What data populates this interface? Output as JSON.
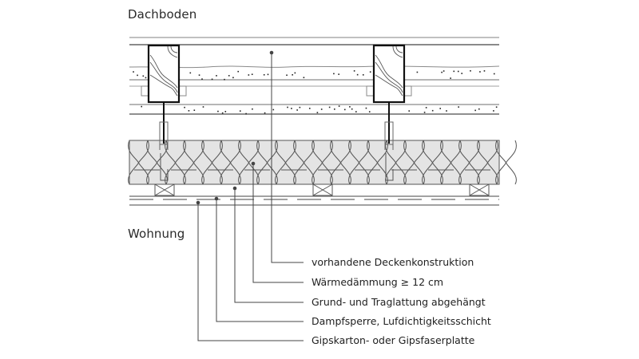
{
  "diagram": {
    "title": "Deckendämmung von unten – Schnitt",
    "zones": {
      "top": "Dachboden",
      "bottom": "Wohnung"
    },
    "legend": [
      {
        "id": "existing-ceiling",
        "text": "vorhandene Deckenkonstruktion"
      },
      {
        "id": "thermal-insulation",
        "text": "Wärmedämmung ≥ 12 cm"
      },
      {
        "id": "battens",
        "text": "Grund- und Traglattung abgehängt"
      },
      {
        "id": "vapour-barrier",
        "text": "Dampfsperre, Lufdichtigkeitsschicht"
      },
      {
        "id": "plasterboard",
        "text": "Gipskarton- oder Gipsfaserplatte"
      }
    ],
    "components": {
      "joists": 2,
      "battens": 3,
      "insulation_fill": "#e4e4e4",
      "line_color": "#3a3a3a",
      "layer_line_color": "#8a8a8a"
    }
  }
}
